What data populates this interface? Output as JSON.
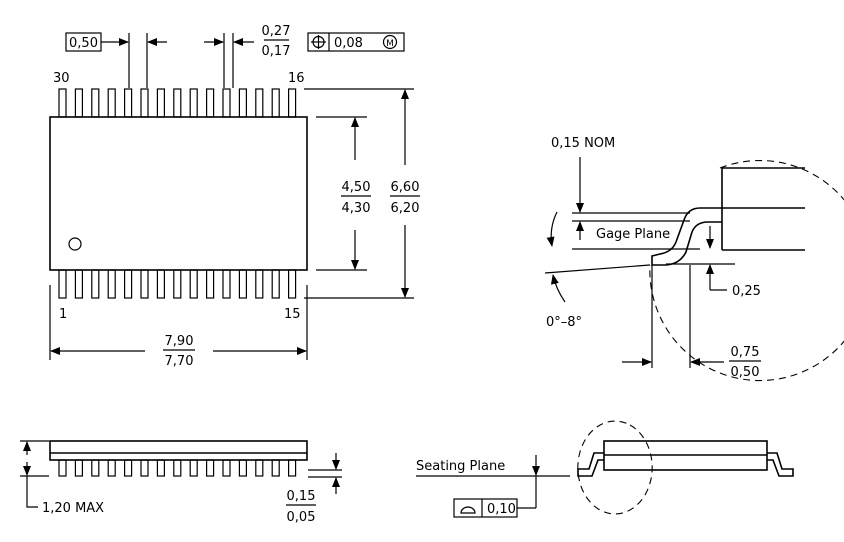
{
  "top_view": {
    "pitch": "0,50",
    "lead_width_max": "0,27",
    "lead_width_min": "0,17",
    "position_tol": "0,08",
    "position_modifier": "M",
    "pin_top_left": "30",
    "pin_top_right": "16",
    "pin_bottom_left": "1",
    "pin_bottom_right": "15",
    "body_width_max": "4,50",
    "body_width_min": "4,30",
    "overall_width_max": "6,60",
    "overall_width_min": "6,20",
    "body_length_max": "7,90",
    "body_length_min": "7,70"
  },
  "detail_view": {
    "lead_thickness": "0,15 NOM",
    "gage_plane": "Gage Plane",
    "gage_height": "0,25",
    "angle_range": "0°–8°",
    "foot_length_max": "0,75",
    "foot_length_min": "0,50"
  },
  "side_view": {
    "height_max": "1,20 MAX",
    "standoff_max": "0,15",
    "standoff_min": "0,05"
  },
  "seating_view": {
    "seating_plane": "Seating Plane",
    "flatness_tol": "0,10"
  }
}
